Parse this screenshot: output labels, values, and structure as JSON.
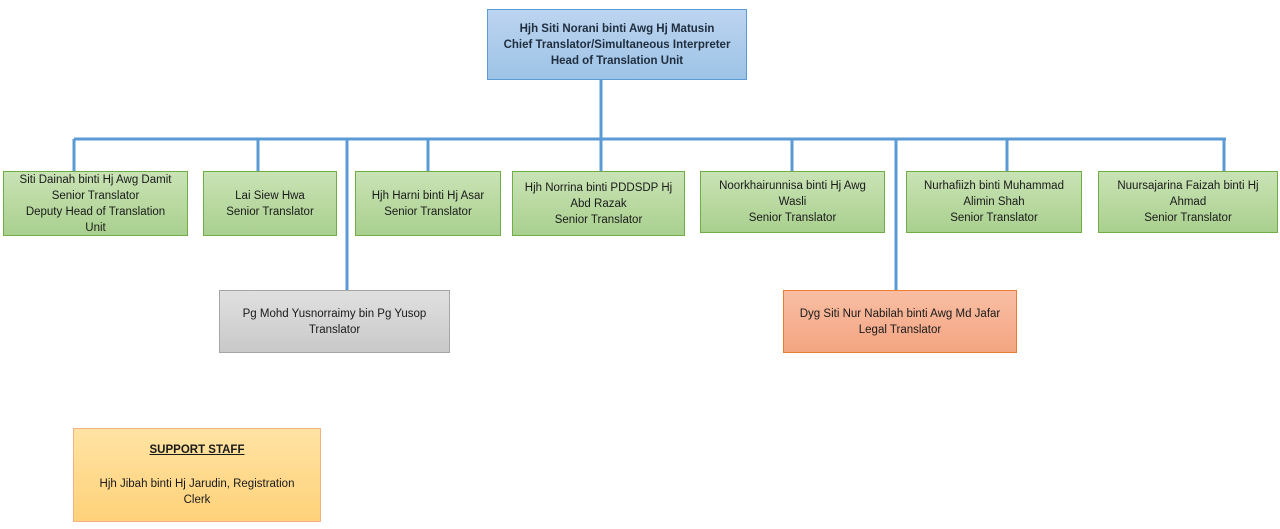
{
  "chart": {
    "head": {
      "name": "Hjh Siti Norani binti Awg Hj Matusin",
      "title1": "Chief Translator/Simultaneous  Interpreter",
      "title2": "Head of Translation Unit"
    },
    "staff": [
      {
        "line1": "Siti Dainah binti Hj Awg Damit",
        "line2": "Senior Translator",
        "line3": "Deputy Head of Translation",
        "line4": "Unit"
      },
      {
        "line1": "Lai Siew Hwa",
        "line2": "Senior Translator"
      },
      {
        "line1": "Hjh Harni binti Hj Asar",
        "line2": "Senior Translator"
      },
      {
        "line1": "Hjh Norrina binti PDDSDP Hj",
        "line2": "Abd Razak",
        "line3": "Senior Translator"
      },
      {
        "line1": "Noorkhairunnisa binti Hj Awg",
        "line2": "Wasli",
        "line3": "Senior Translator"
      },
      {
        "line1": "Nurhafiizh binti Muhammad",
        "line2": "Alimin Shah",
        "line3": "Senior Translator"
      },
      {
        "line1": "Nuursajarina Faizah binti Hj",
        "line2": "Ahmad",
        "line3": "Senior Translator"
      }
    ],
    "translator": {
      "line1": "Pg Mohd Yusnorraimy bin Pg Yusop",
      "line2": "Translator"
    },
    "legal": {
      "line1": "Dyg Siti Nur Nabilah binti Awg Md Jafar",
      "line2": "Legal Translator"
    },
    "support": {
      "title": "SUPPORT STAFF",
      "line1": "Hjh Jibah  binti Hj Jarudin, Registration",
      "line2": "Clerk"
    }
  },
  "colors": {
    "connector": "#5b9bd5",
    "head_fill": "#9dc3e6",
    "staff_fill": "#a9d08e",
    "translator_fill": "#c9c9c9",
    "legal_fill": "#f4a582",
    "support_fill": "#ffd27a"
  }
}
